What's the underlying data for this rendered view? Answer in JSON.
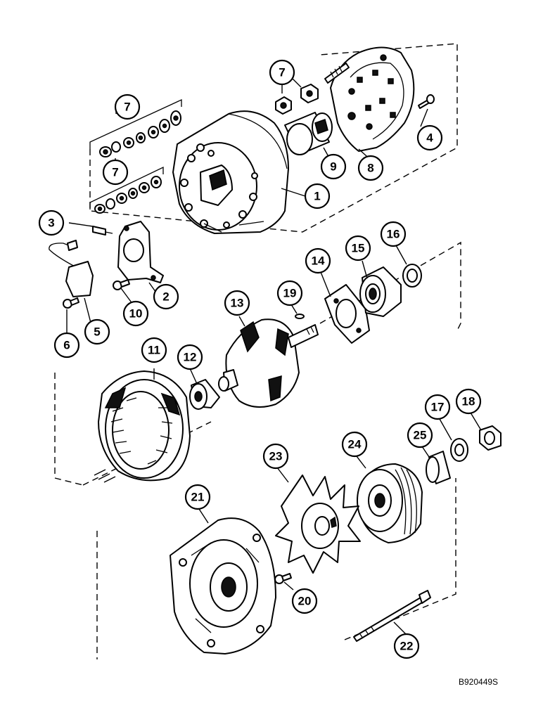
{
  "drawing_code": "B920449S",
  "callouts": [
    {
      "id": "c1",
      "label": "1"
    },
    {
      "id": "c2",
      "label": "2"
    },
    {
      "id": "c3",
      "label": "3"
    },
    {
      "id": "c4",
      "label": "4"
    },
    {
      "id": "c5",
      "label": "5"
    },
    {
      "id": "c6",
      "label": "6"
    },
    {
      "id": "c7a",
      "label": "7"
    },
    {
      "id": "c7b",
      "label": "7"
    },
    {
      "id": "c7c",
      "label": "7"
    },
    {
      "id": "c8",
      "label": "8"
    },
    {
      "id": "c9",
      "label": "9"
    },
    {
      "id": "c10",
      "label": "10"
    },
    {
      "id": "c11",
      "label": "11"
    },
    {
      "id": "c12",
      "label": "12"
    },
    {
      "id": "c13",
      "label": "13"
    },
    {
      "id": "c14",
      "label": "14"
    },
    {
      "id": "c15",
      "label": "15"
    },
    {
      "id": "c16",
      "label": "16"
    },
    {
      "id": "c17",
      "label": "17"
    },
    {
      "id": "c18",
      "label": "18"
    },
    {
      "id": "c19",
      "label": "19"
    },
    {
      "id": "c20",
      "label": "20"
    },
    {
      "id": "c21",
      "label": "21"
    },
    {
      "id": "c22",
      "label": "22"
    },
    {
      "id": "c23",
      "label": "23"
    },
    {
      "id": "c24",
      "label": "24"
    },
    {
      "id": "c25",
      "label": "25"
    }
  ]
}
